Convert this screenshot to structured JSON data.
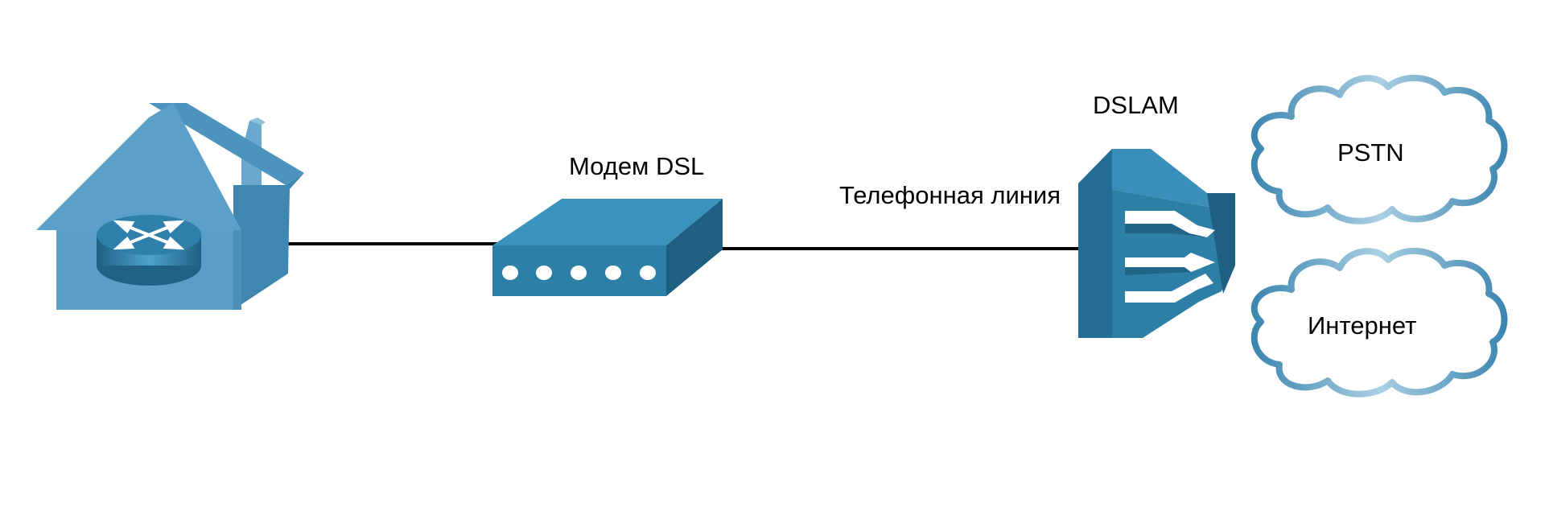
{
  "diagram": {
    "labels": {
      "modem": "Модем DSL",
      "phone_line": "Телефонная линия",
      "dslam": "DSLAM",
      "pstn": "PSTN",
      "internet": "Интернет"
    },
    "colors": {
      "device_main": "#2e7fa6",
      "device_top": "#3a93bd",
      "device_dark": "#1e5f82",
      "house_front": "#5a9ec6",
      "cloud_stroke": "#4d91b8",
      "link": "#000000"
    },
    "icons": {
      "home": "house-with-router-icon",
      "modem": "dsl-modem-icon",
      "dslam": "dslam-switch-icon",
      "pstn": "cloud-icon",
      "internet": "cloud-icon"
    }
  }
}
